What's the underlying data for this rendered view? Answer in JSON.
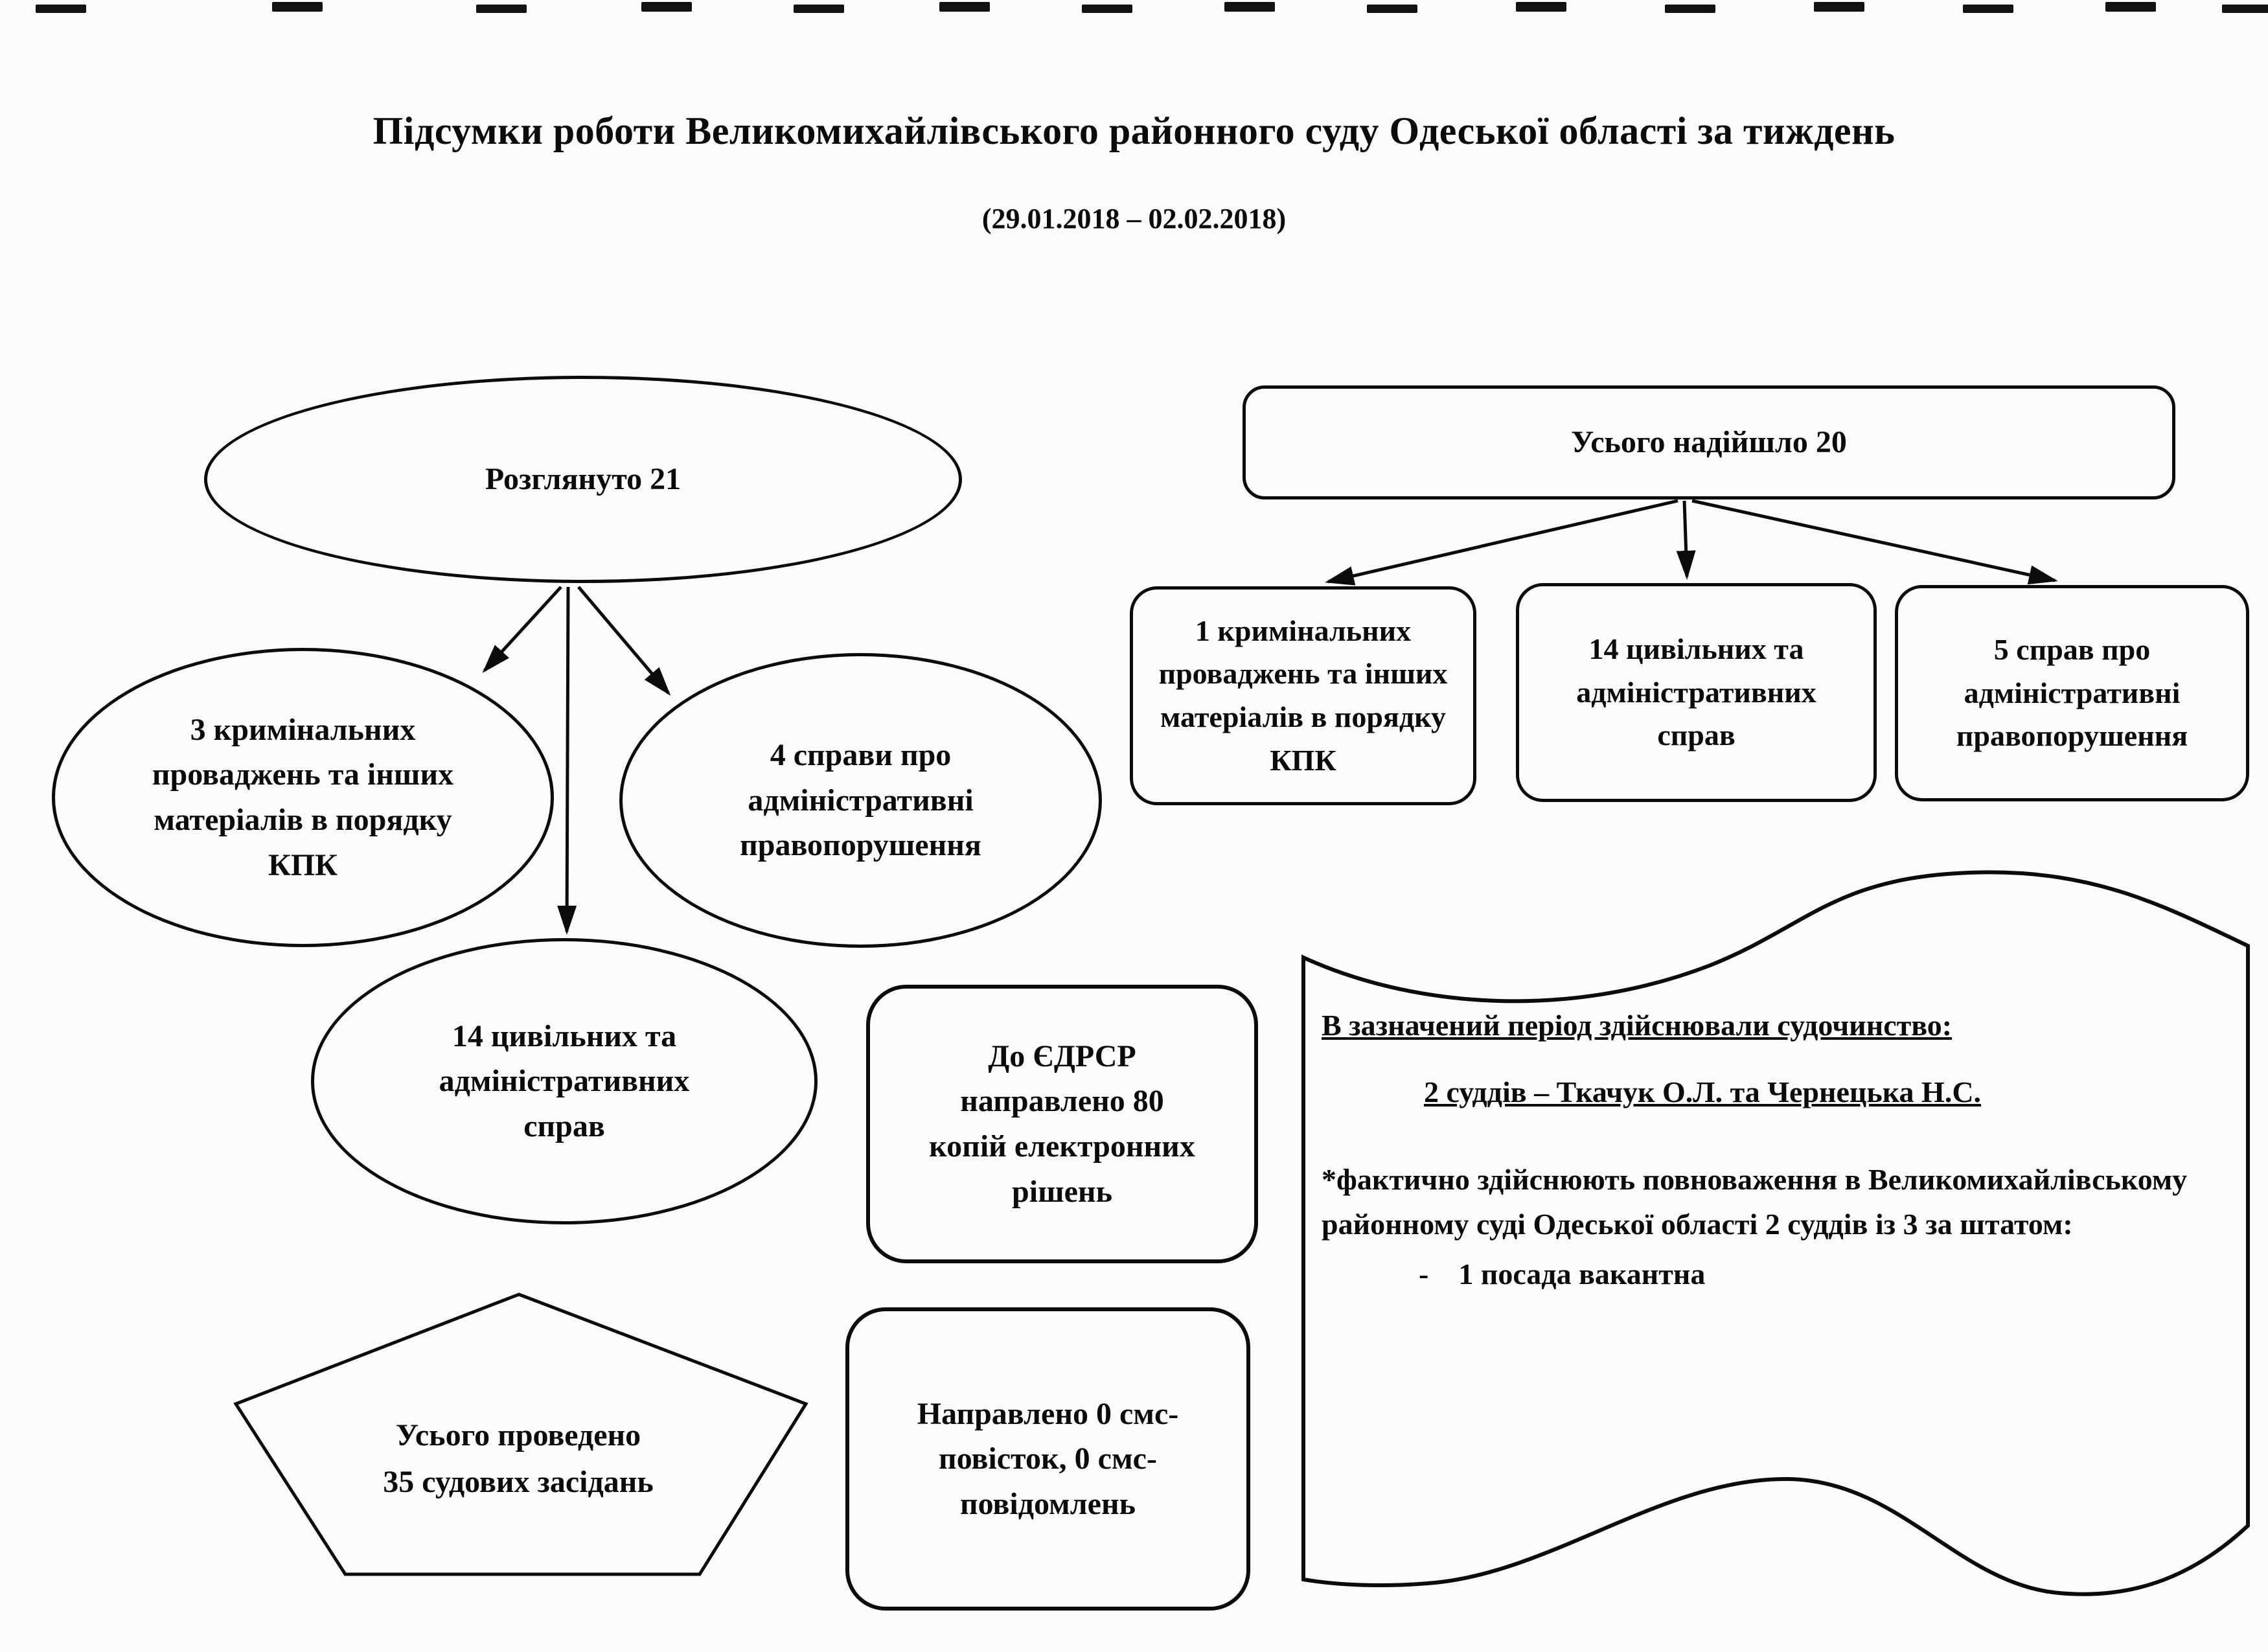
{
  "header": {
    "title": "Підсумки роботи Великомихайлівського районного суду Одеської області за тиждень",
    "subtitle": "(29.01.2018 – 02.02.2018)"
  },
  "reviewed": {
    "root": "Розглянуто 21",
    "children": [
      "3 кримінальних проваджень та інших матеріалів в порядку КПК",
      "4 справи про адміністративні правопорушення",
      "14 цивільних та адміністративних справ"
    ]
  },
  "received": {
    "root": "Усього надійшло 20",
    "children": [
      "1 кримінальних проваджень та інших матеріалів в порядку КПК",
      "14 цивільних та адміністративних справ",
      "5 справ про адміністративні правопорушення"
    ]
  },
  "edrsr": {
    "text": "До ЄДРСР направлено 80 копій електронних рішень"
  },
  "sms": {
    "text": "Направлено 0 смс-повісток, 0 смс-повідомлень"
  },
  "sessions": {
    "lines": [
      "Усього проведено",
      "35 судових засідань"
    ]
  },
  "judiciary": {
    "heading": "В зазначений період здійснювали судочинство:",
    "judges": "2 суддів – Ткачук О.Л. та  Чернецька Н.С.",
    "note": "*фактично здійснюють повноваження в Великомихайлівському районному суді Одеської області 2 суддів із 3 за штатом:",
    "vacancy": "-    1 посада вакантна"
  },
  "colors": {
    "ink": "#0b0b0b",
    "paper": "#fbfbf9"
  }
}
